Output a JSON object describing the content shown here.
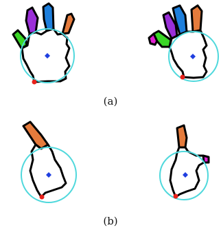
{
  "figure": {
    "captions": [
      "(a)",
      "(b)"
    ]
  },
  "colors": {
    "outline": "#000000",
    "circle": "#4fd8dc",
    "centroid": "#1f3fe0",
    "wrist_point": "#e8201a",
    "finger_thumb": "#3ad626",
    "finger_index": "#9a2fd8",
    "finger_middle": "#1e7fdc",
    "finger_ring": "#e57b3c",
    "finger_pinky_magenta": "#e01fd0"
  },
  "panels": [
    {
      "id": "a-left",
      "fingers": [
        "green",
        "purple",
        "blue",
        "orange"
      ]
    },
    {
      "id": "a-right",
      "fingers": [
        "magenta",
        "green",
        "purple",
        "blue",
        "orange"
      ]
    },
    {
      "id": "b-left",
      "fingers": [
        "orange"
      ]
    },
    {
      "id": "b-right",
      "fingers": [
        "orange",
        "magenta"
      ]
    }
  ]
}
